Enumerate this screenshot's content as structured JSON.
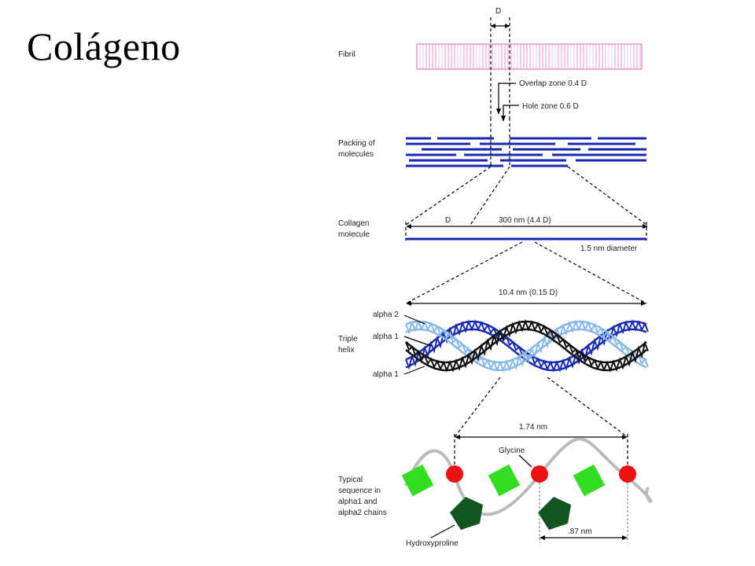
{
  "slide": {
    "title": "Colágeno"
  },
  "diagram": {
    "fibril": {
      "label": "Fibril",
      "period_label": "D",
      "overlap_label": "Overlap zone 0.4 D",
      "hole_label": "Hole zone 0.6 D"
    },
    "packing": {
      "label_line1": "Packing of",
      "label_line2": "molecules"
    },
    "molecule": {
      "label_line1": "Collagen",
      "label_line2": "molecule",
      "d_label": "D",
      "length_label": "300 nm (4.4 D)",
      "diameter_label": "1.5 nm diameter"
    },
    "helix": {
      "span_label": "10.4 nm (0.15 D)",
      "label_line1": "Triple",
      "label_line2": "helix",
      "chain_labels": [
        "alpha 2",
        "alpha 1",
        "alpha 1"
      ]
    },
    "sequence": {
      "span_label": "1.74 nm",
      "glycine_label": "Glycine",
      "hydroxyproline_label": "Hydroxyproline",
      "spacing_label": ".87 nm",
      "label_lines": [
        "Typical",
        "sequence in",
        "alpha1 and",
        "alpha2 chains"
      ]
    },
    "colors": {
      "fibril": "#e080c0",
      "packing": "#1a2ab0",
      "alpha1_dark": "#1a2ab0",
      "alpha1_light": "#88b8e8",
      "alpha2": "#111111",
      "glycine": "#ee1111",
      "proline": "#33dd22",
      "hydroxyproline": "#115522",
      "backbone": "#bbbbbb"
    }
  }
}
